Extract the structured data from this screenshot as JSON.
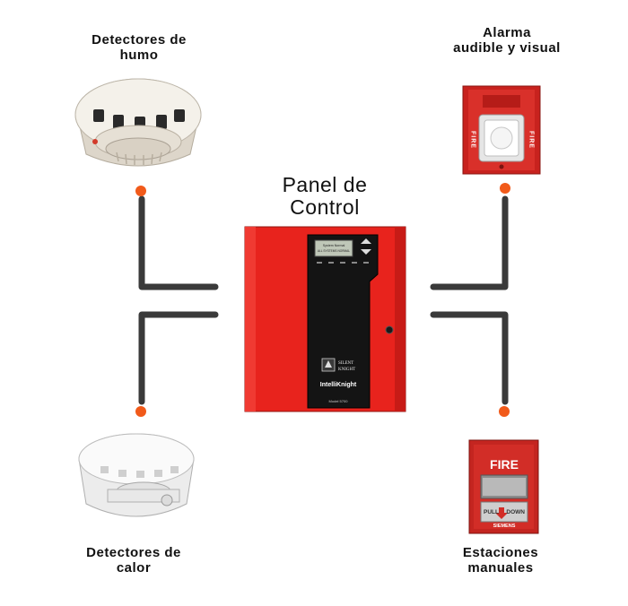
{
  "labels": {
    "smoke": [
      "Detectores de",
      "humo"
    ],
    "alarm": [
      "Alarma",
      "audible y visual"
    ],
    "heat": [
      "Detectores de",
      "calor"
    ],
    "manual": [
      "Estaciones",
      "manuales"
    ],
    "panel_title": [
      "Panel de",
      "Control"
    ]
  },
  "panel": {
    "brand_line1": "SILENT",
    "brand_line2": "KNIGHT",
    "product": "IntelliKnight",
    "model": "Model 5700",
    "lcd_line1": "System Normal",
    "lcd_line2": "ALL SYSTEMS NORMAL"
  },
  "alarm_device": {
    "side_text": "FIRE"
  },
  "pull_station": {
    "top": "FIRE",
    "pull": "PULL",
    "down": "DOWN",
    "brand": "SIEMENS"
  },
  "colors": {
    "panel_red": "#e8231d",
    "wire": "#3a3a3a",
    "node": "#f15a1a"
  }
}
